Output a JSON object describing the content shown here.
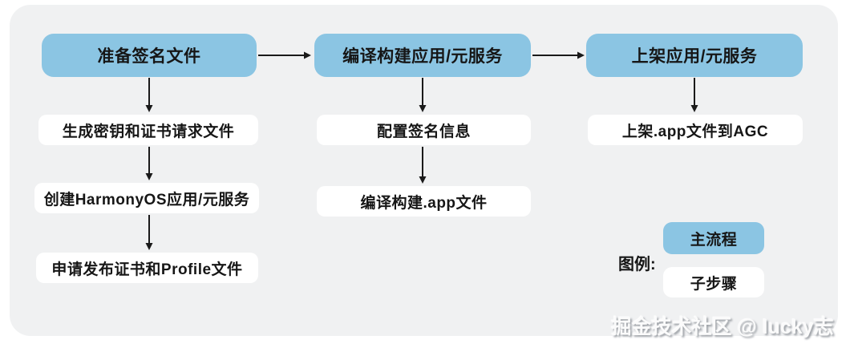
{
  "diagram": {
    "title_hint": "HarmonyOS app signing and release flowchart",
    "columns": [
      {
        "header": "准备签名文件",
        "steps": [
          "生成密钥和证书请求文件",
          "创建HarmonyOS应用/元服务",
          "申请发布证书和Profile文件"
        ]
      },
      {
        "header": "编译构建应用/元服务",
        "steps": [
          "配置签名信息",
          "编译构建.app文件"
        ]
      },
      {
        "header": "上架应用/元服务",
        "steps": [
          "上架.app文件到AGC"
        ]
      }
    ],
    "legend": {
      "label": "图例:",
      "main_process": "主流程",
      "sub_step": "子步骤"
    },
    "watermark": "掘金技术社区 @ lucky志",
    "colors": {
      "main_process_fill": "#8bc5e3",
      "sub_step_fill": "#ffffff",
      "canvas_fill": "#f0f1f2",
      "arrow": "#1a1a1a",
      "text": "#161616"
    }
  }
}
